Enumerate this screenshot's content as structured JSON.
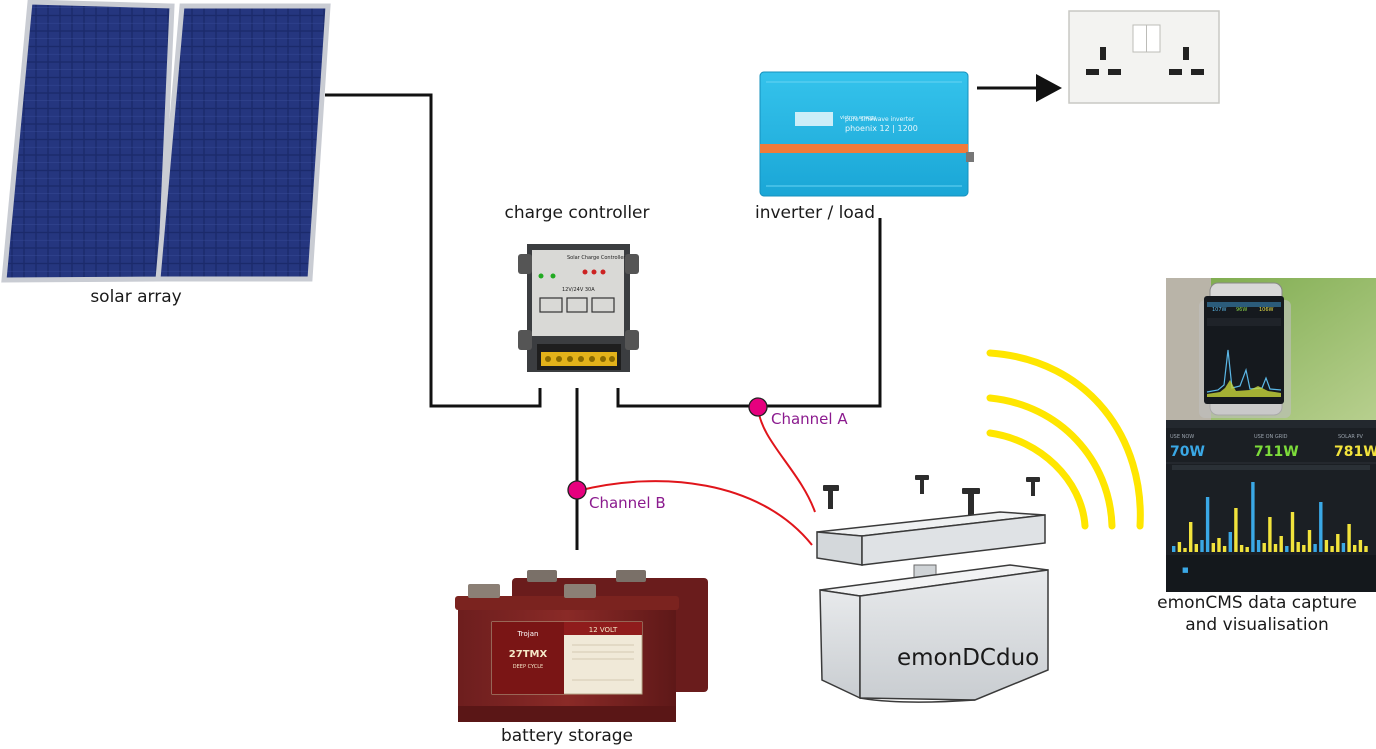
{
  "labels": {
    "solar_array": "solar array",
    "charge_controller": "charge controller",
    "inverter": "inverter / load",
    "battery": "battery storage",
    "emon_box": "emonDCduo",
    "emoncms_line1": "emonCMS data capture",
    "emoncms_line2": "and visualisation"
  },
  "channels": {
    "a": "Channel A",
    "b": "Channel B"
  },
  "device_text": {
    "controller_title": "Solar Charge Controller",
    "controller_model": "12V/24V  30A",
    "inverter_brand": "victron energy",
    "inverter_sub": "pure sinewave inverter",
    "inverter_model": "phoenix 12 | 1200",
    "battery_brand": "Trojan",
    "battery_model": "27TMX",
    "battery_type": "DEEP CYCLE",
    "battery_volt": "12 VOLT"
  },
  "dashboard": {
    "tiles": [
      {
        "label": "USE NOW",
        "value": "70W"
      },
      {
        "label": "USE ON GRID",
        "value": "711W"
      },
      {
        "label": "SOLAR PV",
        "value": "781W"
      }
    ],
    "phone_tiles": [
      "107W",
      "96W",
      "106W"
    ]
  },
  "colors": {
    "wire": "#111111",
    "sensor_wire": "#e0151b",
    "ct_clamp": "#e6007e",
    "channel_text": "#8b1a8e",
    "wireless": "#ffe600",
    "dash_blue": "#3aa8e6",
    "dash_green": "#7ddc3a",
    "dash_yellow": "#f2e33c"
  },
  "icons": {
    "solar_panel": "solar-panel-icon",
    "power_socket": "uk-socket-icon",
    "arrow": "arrow-right-icon",
    "wifi": "wireless-signal-icon"
  }
}
